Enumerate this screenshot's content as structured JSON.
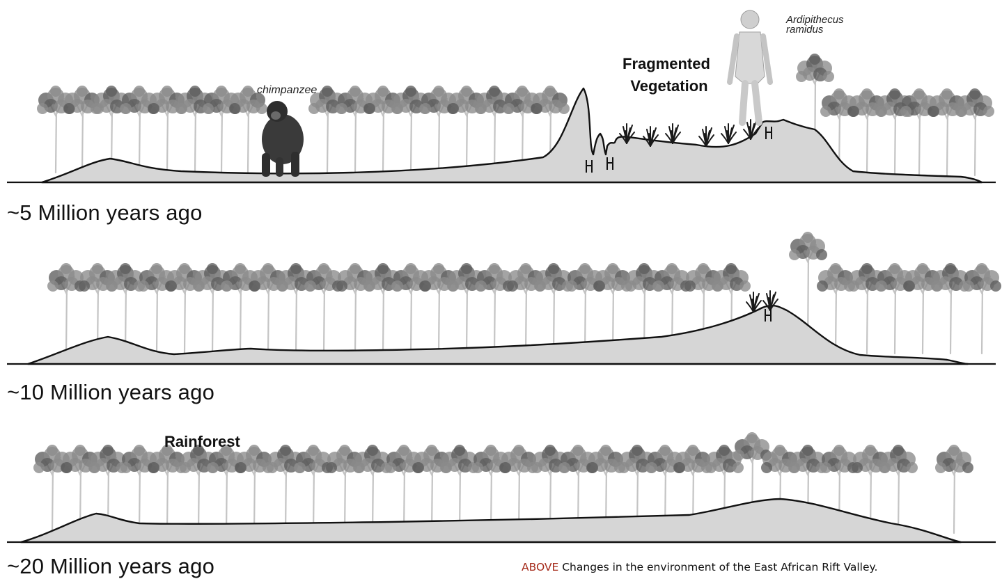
{
  "colors": {
    "ground_fill": "#d6d6d6",
    "ground_line": "#111111",
    "tree_trunk": "#c4c4c4",
    "tree_canopy": "#8a8a8a",
    "tree_canopy_dark": "#5e5e5e",
    "grass": "#1a1a1a",
    "accent": "#a52a1a"
  },
  "panels": [
    {
      "era_label": "~5 Million years ago",
      "annotations": {
        "animal_label": "chimpanzee",
        "habitat_label": "Fragmented Vegetation",
        "habitat_label_line1": "Fragmented",
        "habitat_label_line2": "Vegetation",
        "hominin_label_line1": "Ardipithecus",
        "hominin_label_line2": "ramidus"
      }
    },
    {
      "era_label": "~10 Million years ago"
    },
    {
      "era_label": "~20 Million years ago",
      "annotations": {
        "habitat_label": "Rainforest"
      }
    }
  ],
  "caption": {
    "prefix": "ABOVE",
    "text": " Changes in the environment of the East African Rift Valley."
  },
  "icons": [
    "tree-icon",
    "grass-tuft-icon",
    "chimpanzee-icon",
    "hominin-figure-icon"
  ]
}
